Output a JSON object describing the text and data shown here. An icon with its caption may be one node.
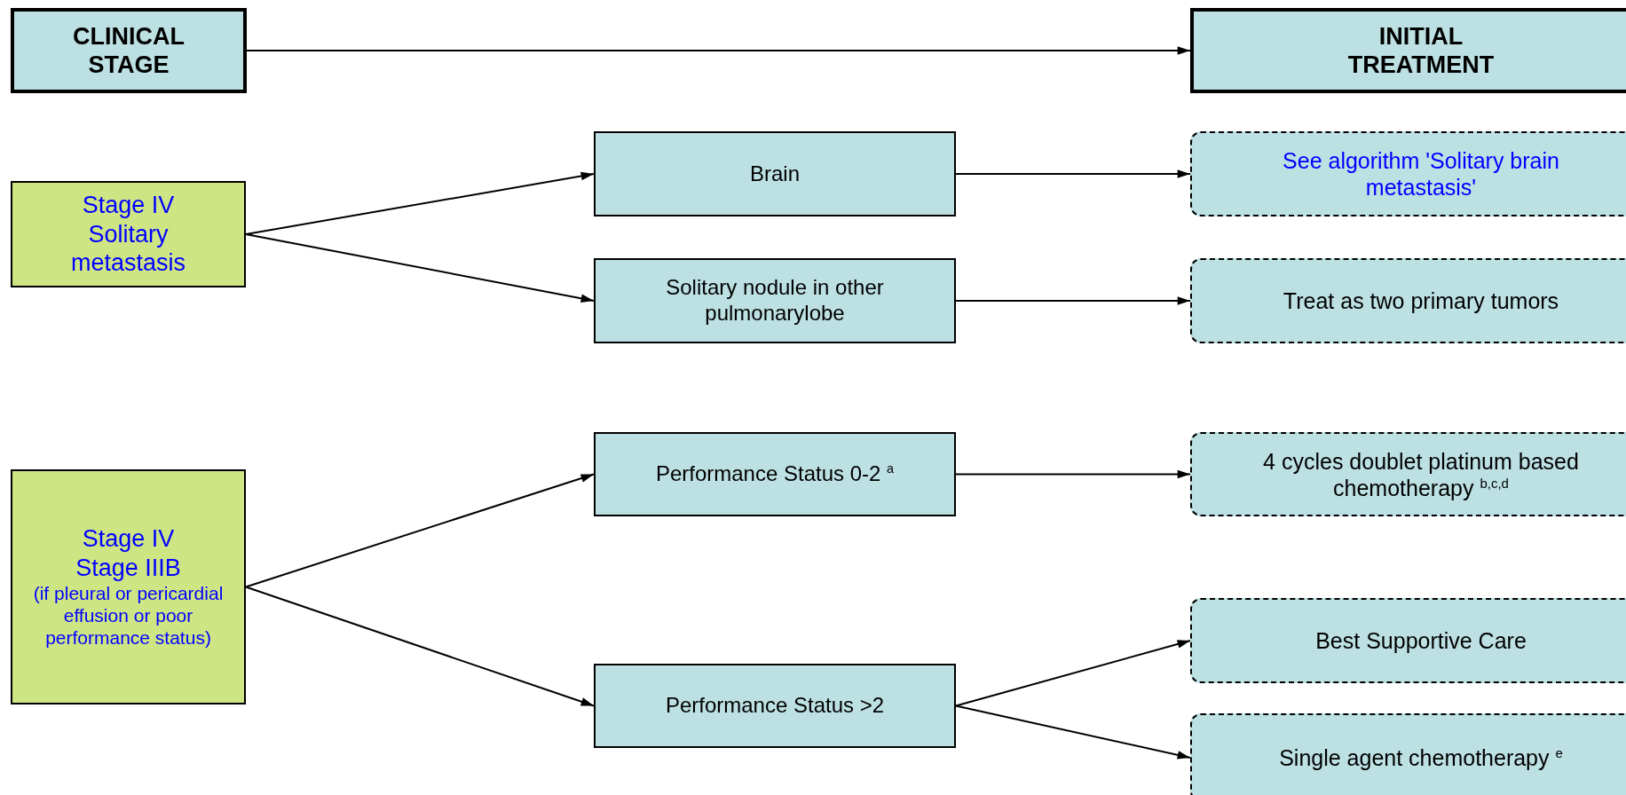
{
  "diagram": {
    "nodes": [
      {
        "text": [
          "CLINICAL STAGE"
        ]
      },
      {
        "text": [
          "INITIAL TREATMENT"
        ]
      },
      {
        "text": [
          "Stage IV",
          "Solitary metastasis"
        ]
      },
      {
        "text": [
          "Brain"
        ]
      },
      {
        "text": [
          "See algorithm 'Solitary brain metastasis'"
        ]
      },
      {
        "text": [
          "Solitary nodule in other pulmonarylobe"
        ]
      },
      {
        "text": [
          "Treat as two primary tumors"
        ]
      },
      {
        "text": [
          "Stage IV",
          "Stage IIIB",
          "(if pleural or pericardial effusion or poor performance status)"
        ]
      },
      {
        "text": [
          "Performance Status 0-2 $^{a}$"
        ]
      },
      {
        "text": [
          "4 cycles doublet platinum based chemotherapy $^{b,c,d}$"
        ]
      },
      {
        "text": [
          "Performance Status >2"
        ]
      },
      {
        "text": [
          "Best Supportive Care"
        ]
      },
      {
        "text": [
          "Single agent chemotherapy $^{e}$"
        ]
      }
    ],
    "edges": [
      {
        "from": 0,
        "to": 1,
        "arrow": "to"
      },
      {
        "from": 2,
        "to": 3,
        "arrow": "to"
      },
      {
        "from": 2,
        "to": 5,
        "arrow": "to"
      },
      {
        "from": 3,
        "to": 4,
        "arrow": "to"
      },
      {
        "from": 5,
        "to": 6,
        "arrow": "to"
      },
      {
        "from": 7,
        "to": 8,
        "arrow": "to"
      },
      {
        "from": 7,
        "to": 10,
        "arrow": "to"
      },
      {
        "from": 8,
        "to": 9,
        "arrow": "to"
      },
      {
        "from": 10,
        "to": 11,
        "arrow": "to"
      },
      {
        "from": 10,
        "to": 12,
        "arrow": "to"
      }
    ]
  }
}
